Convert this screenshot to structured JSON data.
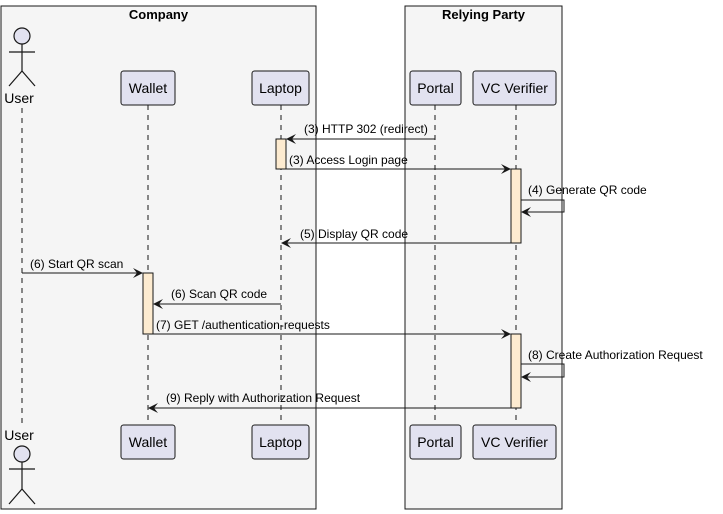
{
  "boxes": {
    "company": {
      "title": "Company"
    },
    "relying_party": {
      "title": "Relying Party"
    }
  },
  "participants": {
    "user": "User",
    "wallet": "Wallet",
    "laptop": "Laptop",
    "portal": "Portal",
    "verifier": "VC Verifier"
  },
  "messages": [
    "(3) HTTP 302 (redirect)",
    "(3) Access Login page",
    "(4) Generate QR code",
    "(5) Display QR code",
    "(6) Start QR scan",
    "(6) Scan QR code",
    "(7) GET /authentication-requests",
    "(8) Create Authorization Request",
    "(9) Reply with Authorization Request"
  ],
  "colors": {
    "participant_fill": "#e2e2f0",
    "participant_stroke": "#181818",
    "box_fill": "#f5f5f5",
    "activation_fill": "#fdebd0",
    "line": "#181818"
  }
}
